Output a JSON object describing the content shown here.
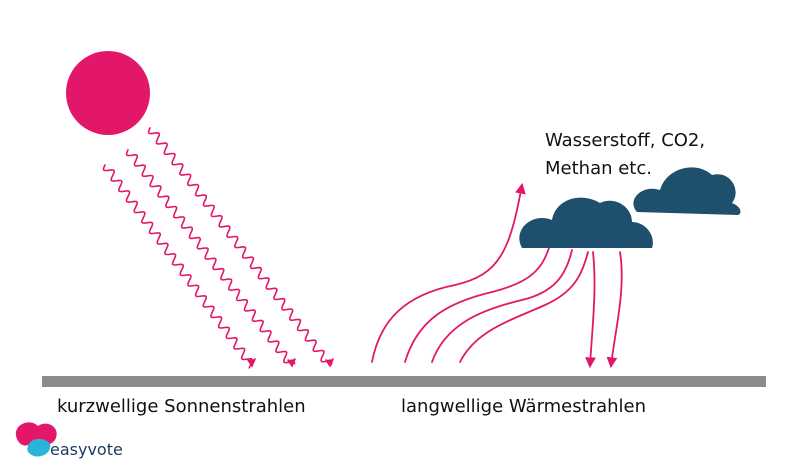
{
  "labels": {
    "shortwave": "kurzwellige Sonnenstrahlen",
    "longwave": "langwellige Wärmestrahlen",
    "gases_line1": "Wasserstoff, CO2,",
    "gases_line2": "Methan etc."
  },
  "logo": {
    "text": "easyvote"
  },
  "colors": {
    "sun": "#e3176a",
    "rays": "#e3176a",
    "cloud": "#1e4f6d",
    "ground": "#8c8c8c",
    "logo_pink": "#e3176a",
    "logo_blue": "#2bb3d8"
  },
  "icons": [
    "sun-icon",
    "cloud-icon",
    "easyvote-logo-icon"
  ]
}
